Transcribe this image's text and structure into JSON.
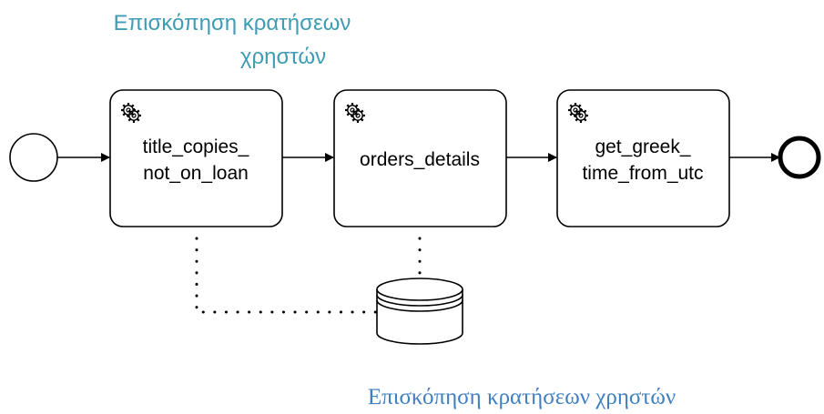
{
  "diagram": {
    "title_lines": [
      "Επισκόπηση κρατήσεων",
      "χρηστών"
    ],
    "caption": "Επισκόπηση κρατήσεων χρηστών",
    "tasks": [
      {
        "label_lines": [
          "title_copies_",
          "not_on_loan"
        ],
        "icon": "gear-icon"
      },
      {
        "label_lines": [
          "orders_details"
        ],
        "icon": "gear-icon"
      },
      {
        "label_lines": [
          "get_greek_",
          "time_from_utc"
        ],
        "icon": "gear-icon"
      }
    ],
    "start_event": "start-event",
    "end_event": "end-event",
    "data_store": "database-icon",
    "colors": {
      "title": "#3f9cb4",
      "caption": "#3f7fbf",
      "stroke": "#000000"
    }
  }
}
